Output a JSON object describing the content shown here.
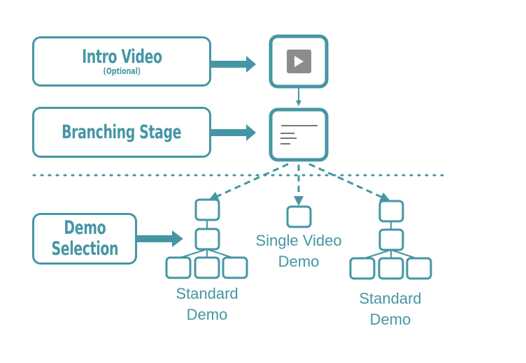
{
  "diagram": {
    "accent_color": "#4596a4",
    "icon_gray": "#8c8c8c",
    "stages": [
      {
        "label": "Intro Video",
        "sublabel": "(Optional)",
        "icon": "play-video-icon"
      },
      {
        "label": "Branching Stage",
        "icon": "text-document-icon"
      },
      {
        "label": "Demo Selection",
        "label_lines": [
          "Demo",
          "Selection"
        ]
      }
    ],
    "demo_options": [
      {
        "caption_lines": [
          "Standard",
          "Demo"
        ],
        "structure": "tree"
      },
      {
        "caption_lines": [
          "Single Video",
          "Demo"
        ],
        "structure": "single"
      },
      {
        "caption_lines": [
          "Standard",
          "Demo"
        ],
        "structure": "tree"
      }
    ]
  }
}
